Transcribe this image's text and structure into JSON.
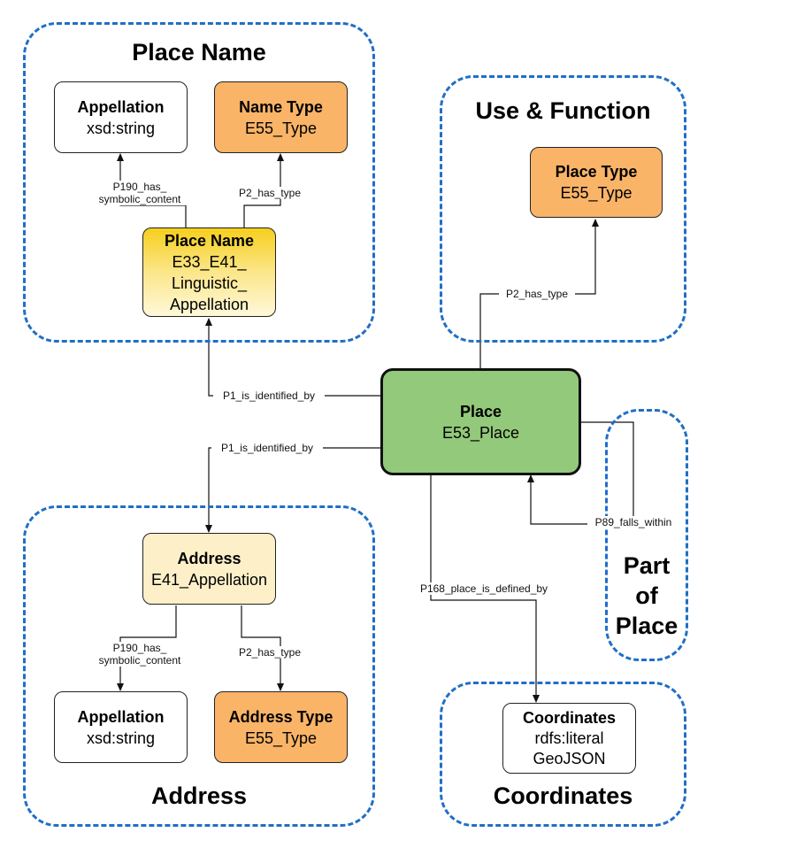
{
  "groups": {
    "place_name": {
      "title": "Place Name"
    },
    "use_function": {
      "title": "Use & Function"
    },
    "part_of_place": {
      "title_lines": [
        "Part",
        "of",
        "Place"
      ]
    },
    "address": {
      "title": "Address"
    },
    "coordinates": {
      "title": "Coordinates"
    }
  },
  "nodes": {
    "appellation_top": {
      "title": "Appellation",
      "lines": [
        "xsd:string"
      ]
    },
    "name_type": {
      "title": "Name Type",
      "lines": [
        "E55_Type"
      ]
    },
    "place_name": {
      "title": "Place Name",
      "lines": [
        "E33_E41_",
        "Linguistic_",
        "Appellation"
      ]
    },
    "place_type": {
      "title": "Place Type",
      "lines": [
        "E55_Type"
      ]
    },
    "place": {
      "title": "Place",
      "lines": [
        "E53_Place"
      ]
    },
    "address": {
      "title": "Address",
      "lines": [
        "E41_Appellation"
      ]
    },
    "appellation_bottom": {
      "title": "Appellation",
      "lines": [
        "xsd:string"
      ]
    },
    "address_type": {
      "title": "Address Type",
      "lines": [
        "E55_Type"
      ]
    },
    "coordinates": {
      "title": "Coordinates",
      "lines": [
        "rdfs:literal",
        "GeoJSON"
      ]
    }
  },
  "edges": {
    "p190_top": [
      "P190_has_",
      "symbolic_content"
    ],
    "p2_top": "P2_has_type",
    "p2_use": "P2_has_type",
    "p1_upper": "P1_is_identified_by",
    "p1_lower": "P1_is_identified_by",
    "p89": "P89_falls_within",
    "p168": "P168_place_is_defined_by",
    "p190_bottom": [
      "P190_has_",
      "symbolic_content"
    ],
    "p2_bottom": "P2_has_type"
  }
}
